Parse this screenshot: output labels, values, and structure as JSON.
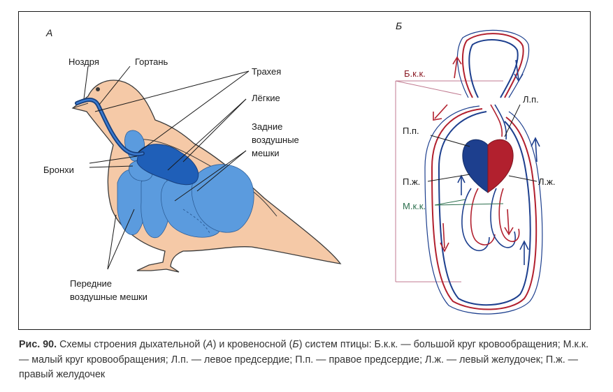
{
  "panel_a": {
    "letter": "А",
    "labels": {
      "nostril": "Ноздря",
      "larynx": "Гортань",
      "trachea": "Трахея",
      "lungs": "Лёгкие",
      "rear_sacs_1": "Задние",
      "rear_sacs_2": "воздушные",
      "rear_sacs_3": "мешки",
      "bronchi": "Бронхи",
      "front_sacs_1": "Передние",
      "front_sacs_2": "воздушные мешки"
    }
  },
  "panel_b": {
    "letter": "Б",
    "labels": {
      "bkk": "Б.к.к.",
      "lp": "Л.п.",
      "pp": "П.п.",
      "pzh": "П.ж.",
      "lzh": "Л.ж.",
      "mkk": "М.к.к."
    }
  },
  "colors": {
    "body": "#f5c9a7",
    "air_sacs": "#5b9bde",
    "lungs": "#1f5fb8",
    "arterial": "#b2202e",
    "venous": "#1d3f8e",
    "bkk_label": "#8b1a24",
    "mkk_label": "#2b6e4d"
  },
  "caption": {
    "fig_number": "Рис. 90.",
    "part1": " Схемы строения дыхательной (",
    "letter_a": "А",
    "part2": ") и кровеносной (",
    "letter_b": "Б",
    "part3": ") систем птицы: Б.к.к. — большой круг кровообращения; М.к.к. — малый круг кровообращения; Л.п. — левое предсердие; П.п. — правое предсердие; Л.ж. — левый желудочек; П.ж. — правый желудочек"
  }
}
